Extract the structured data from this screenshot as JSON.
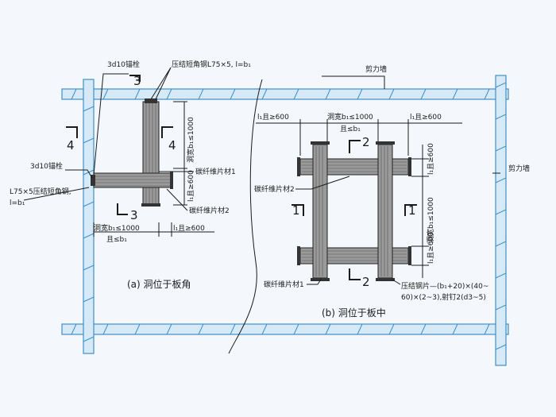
{
  "labels": {
    "anchor_top": "3d10锚栓",
    "angle_top": "压结短角钢L75×5, l=b₁",
    "shear_wall_a": "剪力墙",
    "shear_wall_b": "剪力墙",
    "anchor_left": "3d10锚栓",
    "angle_left_1": "L75×5压结短角钢,",
    "angle_left_2": "l=b₁",
    "fiber1_a": "碳纤维片材1",
    "fiber2_a": "碳纤维片材2",
    "hole_vert_a": "洞宽b₁≤1000",
    "anchor_len_vert_a": "l₁且≥600",
    "hole_horiz_a": "洞宽b₁≤1000",
    "hole_horiz_a2": "且≤b₁",
    "anchor_len_horiz_a": "l₁且≥600",
    "caption_a": "(a) 洞位于板角",
    "top_left_b": "l₁且≥600",
    "top_mid_b": "洞宽b₁≤1000",
    "top_mid_b2": "且≤b₁",
    "top_right_b": "l₁且≥600",
    "fiber2_b": "碳纤维片材2",
    "fiber1_b": "碳纤维片材1",
    "right_top_b": "l₁且≥600",
    "right_mid_b": "洞宽b₁≤1000",
    "right_bot_b": "l₁且≥600",
    "plate_1": "压结钢片—(b₁+20)×(40~",
    "plate_2": "60)×(2~3),射钉2(d3~5)",
    "caption_b": "(b) 洞位于板中"
  },
  "sections": {
    "s3_top": "3",
    "s3_bottom": "3",
    "s4_left": "4",
    "s4_right": "4",
    "s2_top": "2",
    "s2_bottom": "2",
    "s1_left": "1",
    "s1_right": "1"
  },
  "colors": {
    "wall_fill": "#d6e9f6",
    "wall_stroke": "#3f8fc9",
    "fiber_fill": "#9a9a9a"
  }
}
